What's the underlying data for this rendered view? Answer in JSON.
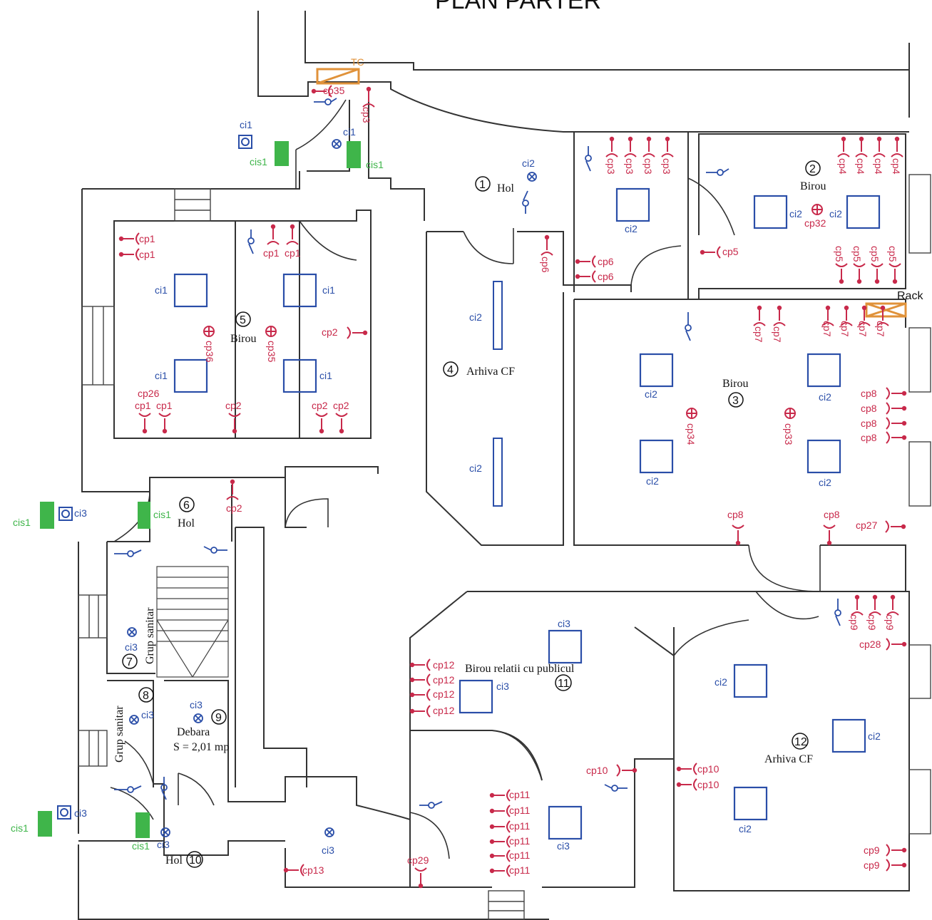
{
  "title": "PLAN PARTER",
  "rooms": [
    {
      "num": "1",
      "name": "Hol"
    },
    {
      "num": "2",
      "name": "Birou"
    },
    {
      "num": "3",
      "name": "Birou"
    },
    {
      "num": "4",
      "name": "Arhiva CF"
    },
    {
      "num": "5",
      "name": "Birou"
    },
    {
      "num": "6",
      "name": "Hol"
    },
    {
      "num": "7",
      "name": "Grup sanitar"
    },
    {
      "num": "8",
      "name": "Grup sanitar"
    },
    {
      "num": "9",
      "name": "Debara",
      "area": "S = 2,01 mp"
    },
    {
      "num": "10",
      "name": "Hol"
    },
    {
      "num": "11",
      "name": "Birou relatii cu publicul"
    },
    {
      "num": "12",
      "name": "Arhiva CF"
    }
  ],
  "equipment": {
    "tc": "TC",
    "rack": "Rack"
  },
  "labels": {
    "ci1": "ci1",
    "ci2": "ci2",
    "ci3": "ci3",
    "cis1": "cis1",
    "cp1": "cp1",
    "cp2": "cp2",
    "cp3": "cp3",
    "cp4": "cp4",
    "cp5": "cp5",
    "cp6": "cp6",
    "cp7": "cp7",
    "cp8": "cp8",
    "cp9": "cp9",
    "cp10": "cp10",
    "cp11": "cp11",
    "cp12": "cp12",
    "cp13": "cp13",
    "cp26": "cp26",
    "cp27": "cp27",
    "cp28": "cp28",
    "cp29": "cp29",
    "cp32": "cp32",
    "cp33": "cp33",
    "cp34": "cp34",
    "cp35": "cp35",
    "cp36": "cp36"
  },
  "colors": {
    "lighting": "#2a4ea8",
    "sockets": "#c8294a",
    "emergency": "#3fb54a",
    "panels": "#e0923a"
  }
}
